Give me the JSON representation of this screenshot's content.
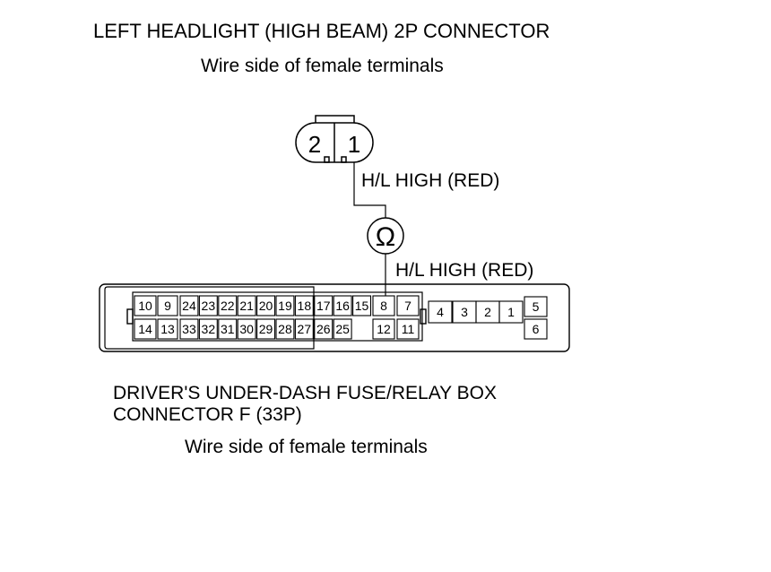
{
  "top_connector": {
    "title": "LEFT HEADLIGHT (HIGH BEAM) 2P CONNECTOR",
    "subtitle": "Wire side of female terminals",
    "pins": [
      "2",
      "1"
    ]
  },
  "wire_labels": {
    "upper": "H/L HIGH (RED)",
    "lower": "H/L HIGH (RED)"
  },
  "meter_symbol": "Ω",
  "bottom_connector": {
    "title_line1": "DRIVER'S UNDER-DASH FUSE/RELAY BOX",
    "title_line2": "CONNECTOR F (33P)",
    "subtitle": "Wire side of female terminals",
    "pins": {
      "left_block_top": [
        "10",
        "9"
      ],
      "left_block_bottom": [
        "14",
        "13"
      ],
      "mid_top": [
        "24",
        "23",
        "22",
        "21",
        "20",
        "19",
        "18",
        "17",
        "16",
        "15"
      ],
      "mid_bottom": [
        "33",
        "32",
        "31",
        "30",
        "29",
        "28",
        "27",
        "26",
        "25"
      ],
      "pair_top": [
        "8",
        "7"
      ],
      "pair_bottom": [
        "12",
        "11"
      ],
      "right_row": [
        "4",
        "3",
        "2",
        "1"
      ],
      "right_col": [
        "5",
        "6"
      ]
    }
  }
}
